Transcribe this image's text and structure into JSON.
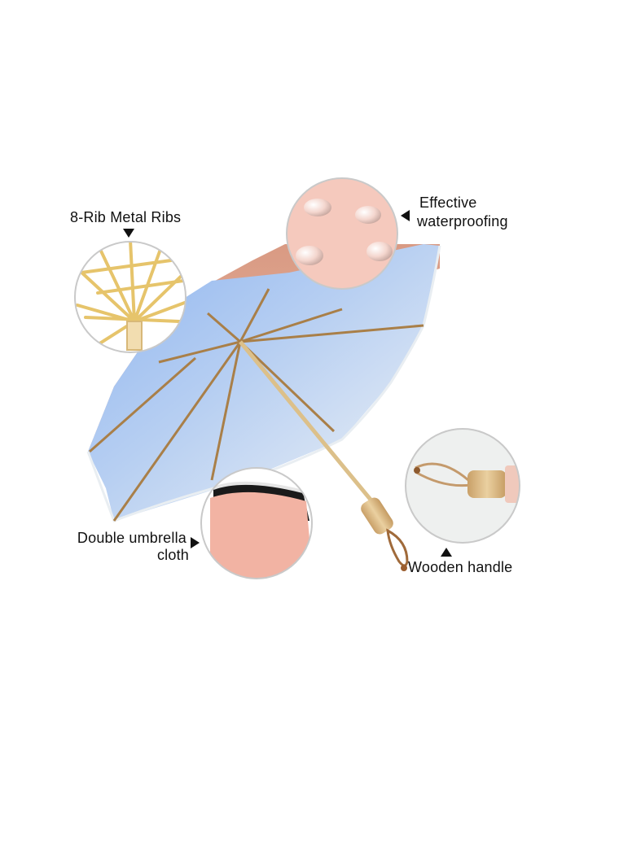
{
  "labels": {
    "ribs": "8-Rib Metal Ribs",
    "waterproof_line1": "Effective",
    "waterproof_line2": "waterproofing",
    "cloth_line1": "Double umbrella",
    "cloth_line2": "cloth",
    "handle": "Wooden handle"
  },
  "colors": {
    "canopy_outer": "#d9a08a",
    "canopy_inner_top": "#a9c4ef",
    "canopy_inner_bottom": "#eef2f5",
    "rib": "#b4884d",
    "shaft": "#dcc08a",
    "handle_wood": "#d8b680",
    "pink_cloth": "#f2b3a3",
    "circle_border": "#c9c9c9"
  },
  "icons": {
    "ribs_arrow": "triangle-down-icon",
    "waterproof_arrow": "triangle-left-icon",
    "cloth_arrow": "triangle-right-icon",
    "handle_arrow": "triangle-up-icon"
  }
}
